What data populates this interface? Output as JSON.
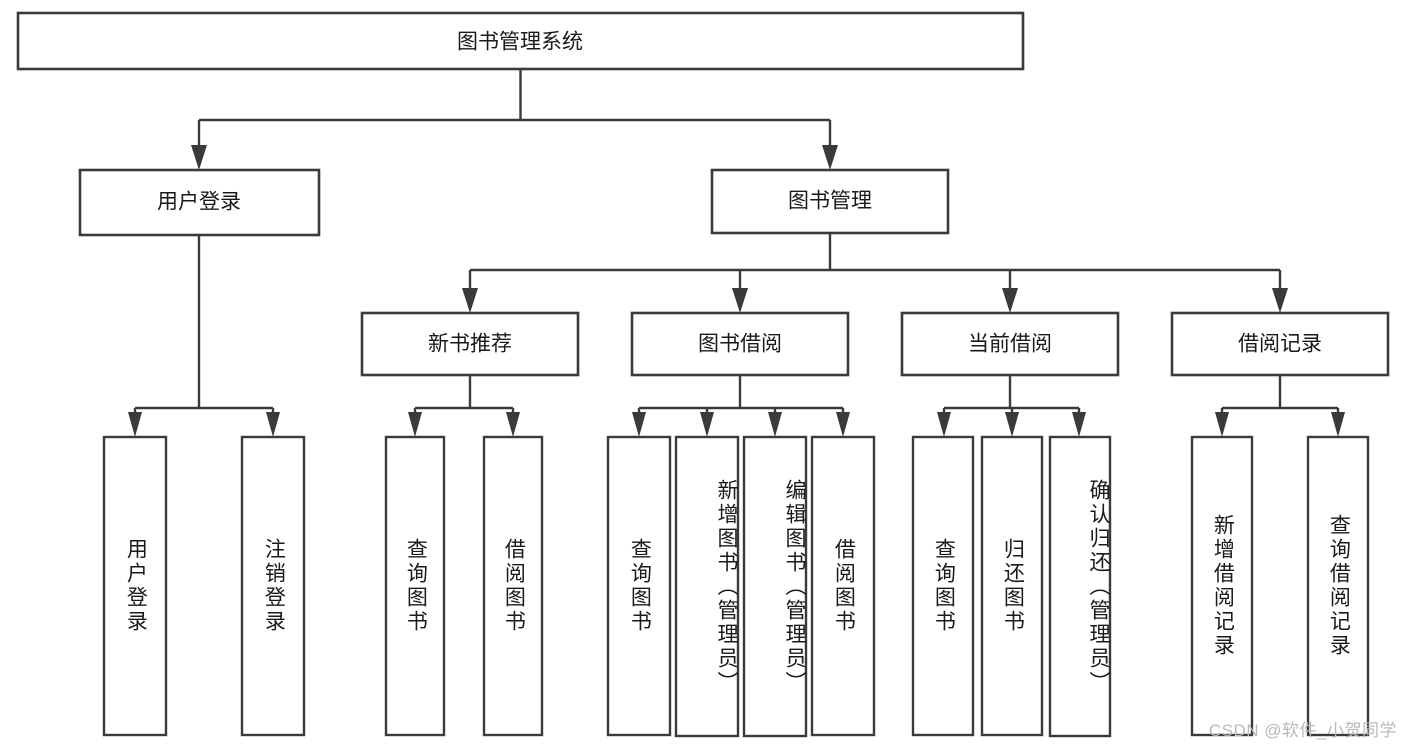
{
  "diagram": {
    "type": "tree",
    "title": "图书管理系统",
    "orientation": "top-down",
    "root": {
      "id": "root",
      "label": "图书管理系统"
    },
    "level2": [
      {
        "id": "user-login",
        "label": "用户登录"
      },
      {
        "id": "book-manage",
        "label": "图书管理"
      }
    ],
    "level3": [
      {
        "id": "new-book-recommend",
        "label": "新书推荐",
        "parent": "book-manage"
      },
      {
        "id": "book-borrow",
        "label": "图书借阅",
        "parent": "book-manage"
      },
      {
        "id": "current-borrow",
        "label": "当前借阅",
        "parent": "book-manage"
      },
      {
        "id": "borrow-record",
        "label": "借阅记录",
        "parent": "book-manage"
      }
    ],
    "leaves": [
      {
        "id": "leaf-user-login",
        "label": "用户登录",
        "parent": "user-login"
      },
      {
        "id": "leaf-user-logout",
        "label": "注销登录",
        "parent": "user-login"
      },
      {
        "id": "leaf-recommend-query",
        "label": "查询图书",
        "parent": "new-book-recommend"
      },
      {
        "id": "leaf-recommend-borrow",
        "label": "借阅图书",
        "parent": "new-book-recommend"
      },
      {
        "id": "leaf-borrow-query",
        "label": "查询图书",
        "parent": "book-borrow"
      },
      {
        "id": "leaf-borrow-add",
        "label": "新增图书（管理员）",
        "parent": "book-borrow"
      },
      {
        "id": "leaf-borrow-edit",
        "label": "编辑图书（管理员）",
        "parent": "book-borrow"
      },
      {
        "id": "leaf-borrow-lend",
        "label": "借阅图书",
        "parent": "book-borrow"
      },
      {
        "id": "leaf-current-query",
        "label": "查询图书",
        "parent": "current-borrow"
      },
      {
        "id": "leaf-current-return",
        "label": "归还图书",
        "parent": "current-borrow"
      },
      {
        "id": "leaf-current-confirm",
        "label": "确认归还（管理员）",
        "parent": "current-borrow"
      },
      {
        "id": "leaf-record-add",
        "label": "新增借阅记录",
        "parent": "borrow-record"
      },
      {
        "id": "leaf-record-query",
        "label": "查询借阅记录",
        "parent": "borrow-record"
      }
    ],
    "colors": {
      "stroke": "#3a3a3a",
      "fill": "#ffffff",
      "text": "#1a1a1a",
      "watermark": "#b9b9b9"
    }
  },
  "watermark": {
    "text": "CSDN @软件_小贺同学"
  }
}
